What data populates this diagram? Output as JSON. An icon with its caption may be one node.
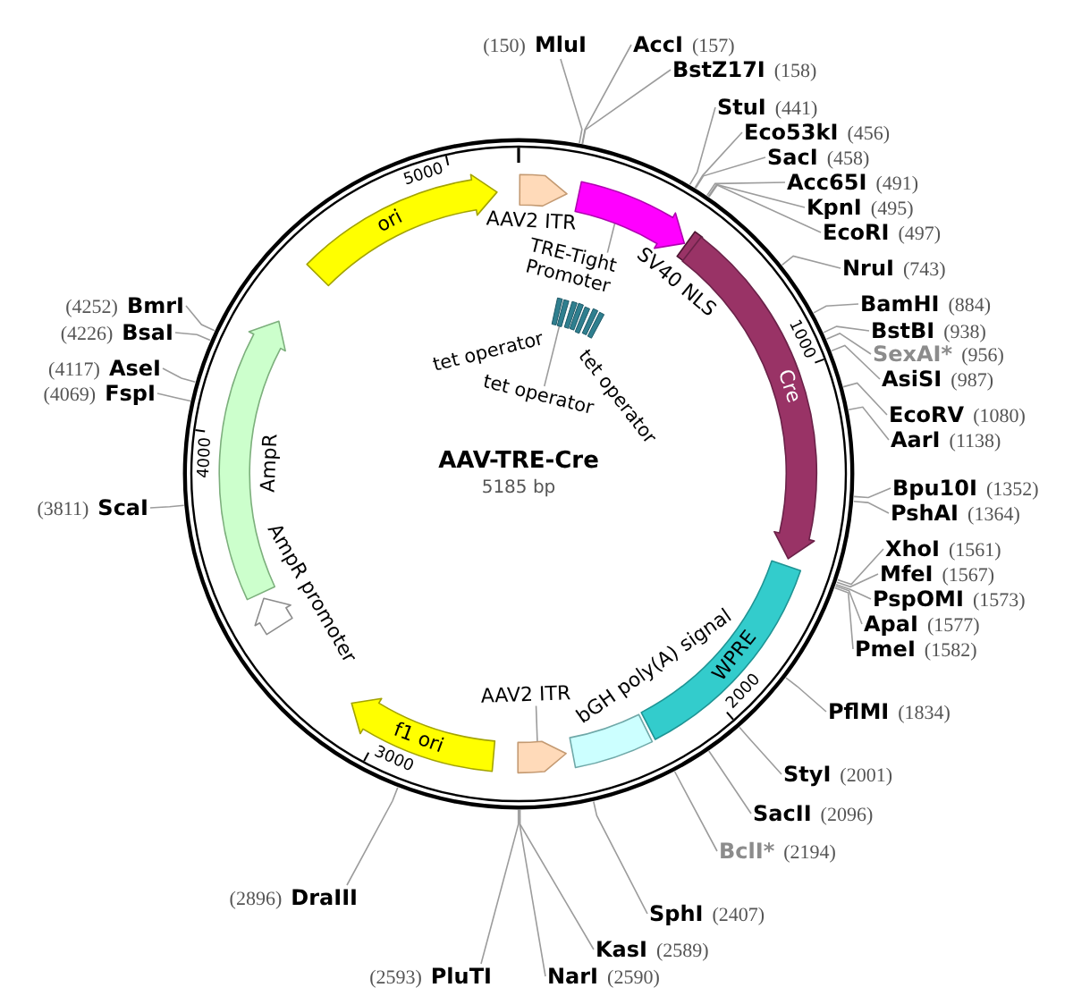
{
  "diagram": {
    "title": "AAV-TRE-Cre",
    "nodes": [
      {
        "text": [],
        "shape": "circle"
      },
      {
        "text": [
          "AAV2 ITR"
        ],
        "in": 0
      },
      {
        "text": [],
        "shape": "arrow",
        "in": 0
      },
      {
        "text": [
          "TRE-Tight Promoter"
        ],
        "in": 0
      },
      {
        "text": [
          "tet operator"
        ],
        "in": 0
      },
      {
        "text": [],
        "shape": "bar",
        "in": 0
      },
      {
        "text": [],
        "shape": "bar",
        "in": 0
      },
      {
        "text": [],
        "shape": "bar",
        "in": 0
      },
      {
        "text": [],
        "shape": "bar",
        "in": 0
      },
      {
        "text": [],
        "shape": "bar",
        "in": 0
      },
      {
        "text": [
          "tet operator"
        ],
        "in": 0
      },
      {
        "text": [
          "tet operator"
        ],
        "in": 0
      },
      {
        "text": [
          "SV40 NLS"
        ],
        "in": 0
      },
      {
        "text": [
          "Cre"
        ],
        "in": 0
      },
      {
        "text": [
          "WPRE"
        ],
        "in": 0
      },
      {
        "text": [
          "bGH poly(A) signal"
        ],
        "in": 0
      },
      {
        "text": [],
        "shape": "arrow",
        "in": 0
      },
      {
        "text": [
          "AAV2 ITR"
        ],
        "in": 0
      },
      {
        "text": [
          "f1 ori"
        ],
        "in": 0
      },
      {
        "text": [
          "AmpR promoter"
        ],
        "in": 0
      },
      {
        "text": [
          "AmpR"
        ],
        "in": 0
      },
      {
        "text": [
          "ori"
        ],
        "in": 0
      },
      {
        "text": [
          "(150)",
          "MluI"
        ]
      },
      {
        "text": [
          "AccI",
          "(157)"
        ]
      },
      {
        "text": [
          "BstZ17I",
          "(158)"
        ]
      },
      {
        "text": [
          "StuI",
          "(441)"
        ]
      },
      {
        "text": [
          "Eco53kI",
          "(456)"
        ]
      },
      {
        "text": [
          "SacI",
          "(458)"
        ]
      },
      {
        "text": [
          "Acc65I",
          "(491)"
        ]
      },
      {
        "text": [
          "KpnI",
          "(495)"
        ]
      },
      {
        "text": [
          "EcoRI",
          "(497)"
        ]
      },
      {
        "text": [
          "NruI",
          "(743)"
        ]
      },
      {
        "text": [
          "BamHI",
          "(884)"
        ]
      },
      {
        "text": [
          "BstBI",
          "(938)"
        ]
      },
      {
        "text": [
          "SexAI*",
          "(956)"
        ]
      },
      {
        "text": [
          "AsiSI",
          "(987)"
        ]
      },
      {
        "text": [
          "EcoRV",
          "(1080)"
        ]
      },
      {
        "text": [
          "AarI",
          "(1138)"
        ]
      },
      {
        "text": [
          "Bpu10I",
          "(1352)"
        ]
      },
      {
        "text": [
          "PshAI",
          "(1364)"
        ]
      },
      {
        "text": [
          "XhoI",
          "(1561)"
        ]
      },
      {
        "text": [
          "MfeI",
          "(1567)"
        ]
      },
      {
        "text": [
          "PspOMI",
          "(1573)"
        ]
      },
      {
        "text": [
          "ApaI",
          "(1577)"
        ]
      },
      {
        "text": [
          "PmeI",
          "(1582)"
        ]
      },
      {
        "text": [
          "PflMI",
          "(1834)"
        ]
      },
      {
        "text": [
          "StyI",
          "(2001)"
        ]
      },
      {
        "text": [
          "SacII",
          "(2096)"
        ]
      },
      {
        "text": [
          "BclI*",
          "(2194)"
        ]
      },
      {
        "text": [
          "SphI",
          "(2407)"
        ]
      },
      {
        "text": [
          "KasI",
          "(2589)"
        ]
      },
      {
        "text": [
          "NarI",
          "(2590)"
        ]
      },
      {
        "text": [
          "(2593)",
          "PluTI"
        ]
      },
      {
        "text": [
          "(2896)",
          "DraIII"
        ]
      },
      {
        "text": [
          "(3811)",
          "ScaI"
        ]
      },
      {
        "text": [
          "(4069)",
          "FspI"
        ]
      },
      {
        "text": [
          "(4117)",
          "AseI"
        ]
      },
      {
        "text": [
          "(4226)",
          "BsaI"
        ]
      },
      {
        "text": [
          "(4252)",
          "BmrI"
        ]
      }
    ],
    "edges": [
      {
        "from": 3,
        "to": 2,
        "arrow": "none"
      },
      {
        "from": 11,
        "to": 5,
        "arrow": "none"
      },
      {
        "from": 17,
        "to": 16,
        "arrow": "none"
      },
      {
        "from": 22,
        "to": 0,
        "arrow": "none"
      },
      {
        "from": 23,
        "to": 0,
        "arrow": "none"
      },
      {
        "from": 24,
        "to": 0,
        "arrow": "none"
      },
      {
        "from": 25,
        "to": 0,
        "arrow": "none"
      },
      {
        "from": 26,
        "to": 0,
        "arrow": "none"
      },
      {
        "from": 27,
        "to": 0,
        "arrow": "none"
      },
      {
        "from": 28,
        "to": 0,
        "arrow": "none"
      },
      {
        "from": 29,
        "to": 0,
        "arrow": "none"
      },
      {
        "from": 30,
        "to": 0,
        "arrow": "none"
      },
      {
        "from": 31,
        "to": 0,
        "arrow": "none"
      },
      {
        "from": 32,
        "to": 0,
        "arrow": "none"
      },
      {
        "from": 33,
        "to": 0,
        "arrow": "none"
      },
      {
        "from": 34,
        "to": 0,
        "arrow": "none"
      },
      {
        "from": 35,
        "to": 0,
        "arrow": "none"
      },
      {
        "from": 36,
        "to": 0,
        "arrow": "none"
      },
      {
        "from": 37,
        "to": 0,
        "arrow": "none"
      },
      {
        "from": 38,
        "to": 0,
        "arrow": "none"
      },
      {
        "from": 39,
        "to": 0,
        "arrow": "none"
      },
      {
        "from": 40,
        "to": 0,
        "arrow": "none"
      },
      {
        "from": 41,
        "to": 0,
        "arrow": "none"
      },
      {
        "from": 42,
        "to": 0,
        "arrow": "none"
      },
      {
        "from": 43,
        "to": 0,
        "arrow": "none"
      },
      {
        "from": 44,
        "to": 0,
        "arrow": "none"
      },
      {
        "from": 45,
        "to": 0,
        "arrow": "none"
      },
      {
        "from": 46,
        "to": 0,
        "arrow": "none"
      },
      {
        "from": 47,
        "to": 0,
        "arrow": "none"
      },
      {
        "from": 48,
        "to": 0,
        "arrow": "none"
      },
      {
        "from": 49,
        "to": 0,
        "arrow": "none"
      },
      {
        "from": 50,
        "to": 0,
        "arrow": "none"
      },
      {
        "from": 51,
        "to": 0,
        "arrow": "none"
      },
      {
        "from": 52,
        "to": 0,
        "arrow": "none"
      },
      {
        "from": 53,
        "to": 0,
        "arrow": "none"
      },
      {
        "from": 54,
        "to": 0,
        "arrow": "none"
      },
      {
        "from": 55,
        "to": 0,
        "arrow": "none"
      },
      {
        "from": 56,
        "to": 0,
        "arrow": "none"
      },
      {
        "from": 57,
        "to": 0,
        "arrow": "none"
      },
      {
        "from": 58,
        "to": 0,
        "arrow": "none"
      }
    ],
    "labels": [
      "5000",
      "1000",
      "2000",
      "3000",
      "4000",
      "5185 bp"
    ]
  }
}
